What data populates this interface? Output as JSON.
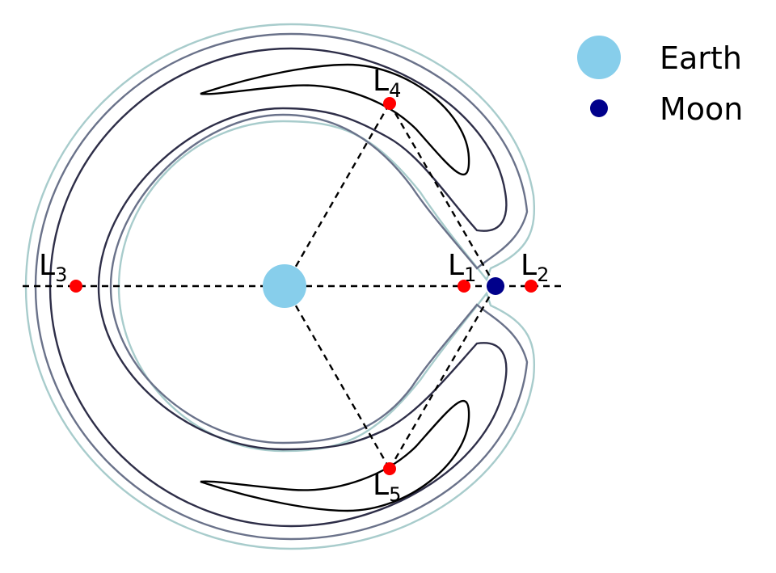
{
  "colors": {
    "earth": "#87ceeb",
    "moon": "#00008b",
    "lagrange_point": "#ff0000",
    "construction_line": "#000000",
    "contours": [
      "#000000",
      "#2e2e48",
      "#6a728a",
      "#a8cccc"
    ]
  },
  "legend": {
    "placement": "top-right",
    "items": [
      {
        "label": "Earth",
        "color": "#87ceeb",
        "marker": "large-circle"
      },
      {
        "label": "Moon",
        "color": "#00008b",
        "marker": "small-circle"
      }
    ]
  },
  "lagrange_points": [
    {
      "name": "L",
      "sub": "1"
    },
    {
      "name": "L",
      "sub": "2"
    },
    {
      "name": "L",
      "sub": "3"
    },
    {
      "name": "L",
      "sub": "4"
    },
    {
      "name": "L",
      "sub": "5"
    }
  ]
}
